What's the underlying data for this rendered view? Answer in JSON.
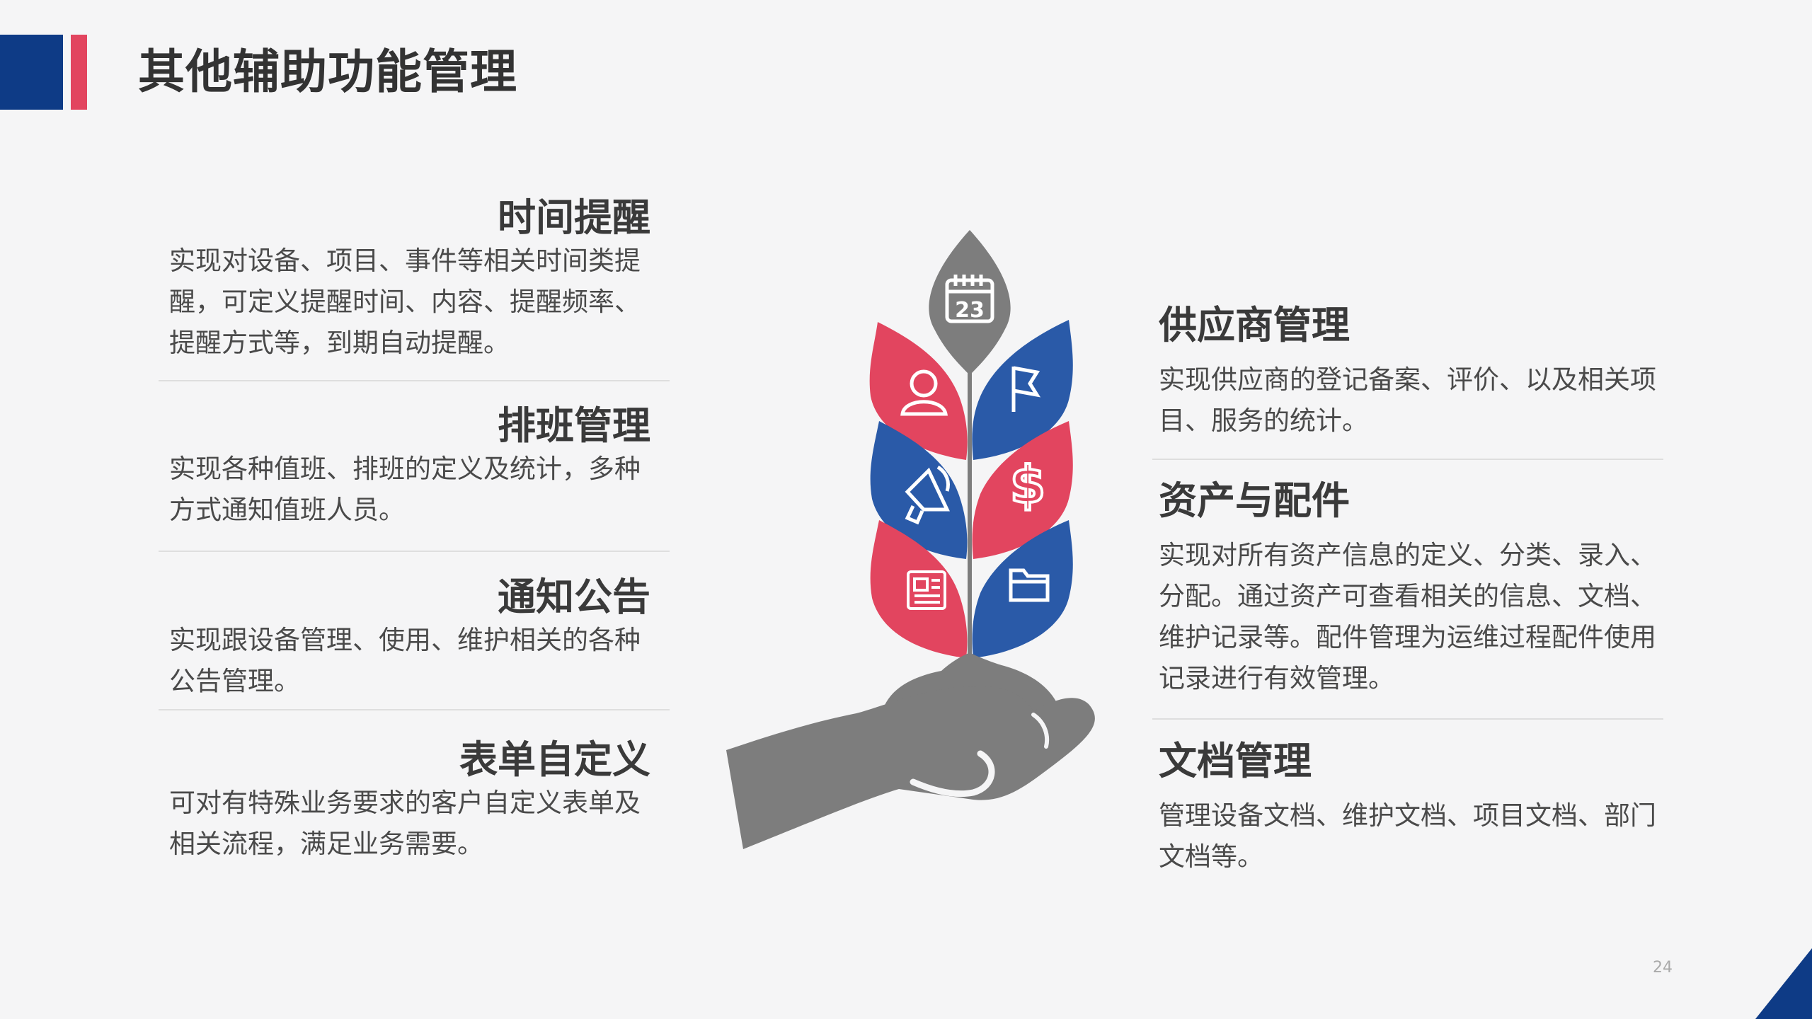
{
  "title": "其他辅助功能管理",
  "left_sections": [
    {
      "heading": "时间提醒",
      "text": "实现对设备、项目、事件等相关时间类提醒，可定义提醒时间、内容、提醒频率、提醒方式等，到期自动提醒。"
    },
    {
      "heading": "排班管理",
      "text": "实现各种值班、排班的定义及统计，多种方式通知值班人员。"
    },
    {
      "heading": "通知公告",
      "text": "实现跟设备管理、使用、维护相关的各种公告管理。"
    },
    {
      "heading": "表单自定义",
      "text": "可对有特殊业务要求的客户自定义表单及相关流程，满足业务需要。"
    }
  ],
  "right_sections": [
    {
      "heading": "供应商管理",
      "text": "实现供应商的登记备案、评价、以及相关项目、服务的统计。"
    },
    {
      "heading": "资产与配件",
      "text": "实现对所有资产信息的定义、分类、录入、分配。通过资产可查看相关的信息、文档、维护记录等。配件管理为运维过程配件使用记录进行有效管理。"
    },
    {
      "heading": "文档管理",
      "text": "管理设备文档、维护文档、项目文档、部门文档等。"
    }
  ],
  "calendar_day": "23",
  "page_number": "24",
  "icons": [
    "calendar-icon",
    "user-icon",
    "flag-icon",
    "megaphone-icon",
    "dollar-icon",
    "newspaper-icon",
    "folder-icon",
    "hand-icon"
  ],
  "colors": {
    "blue": "#2a5aa8",
    "red": "#e2455f",
    "gray": "#7d7d7d",
    "header_blue": "#0e3b86"
  }
}
